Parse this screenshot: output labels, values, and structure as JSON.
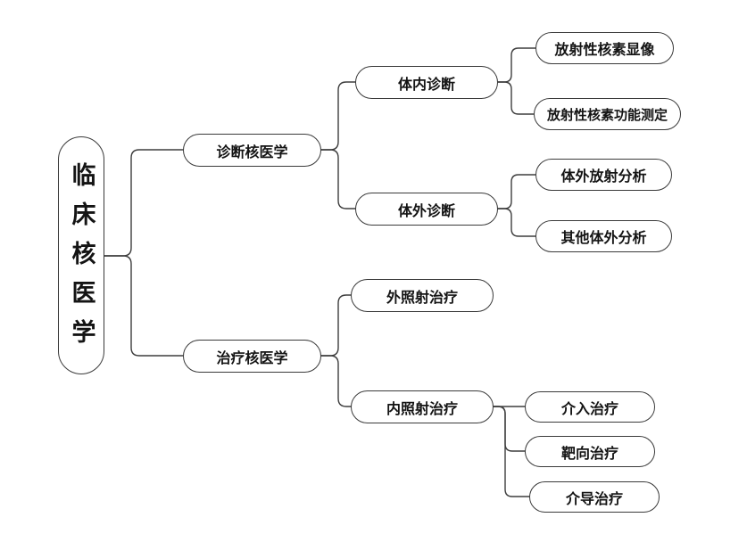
{
  "diagram_title": "临床核医学",
  "nodes": {
    "root": {
      "label": "临床核医学"
    },
    "diagnostic": {
      "label": "诊断核医学"
    },
    "therapeutic": {
      "label": "治疗核医学"
    },
    "in_vivo": {
      "label": "体内诊断"
    },
    "in_vitro": {
      "label": "体外诊断"
    },
    "external_radiation": {
      "label": "外照射治疗"
    },
    "internal_radiation": {
      "label": "内照射治疗"
    },
    "radionuclide_imaging": {
      "label": "放射性核素显像"
    },
    "radionuclide_function": {
      "label": "放射性核素功能测定"
    },
    "in_vitro_radioassay": {
      "label": "体外放射分析"
    },
    "other_in_vitro": {
      "label": "其他体外分析"
    },
    "interventional": {
      "label": "介入治疗"
    },
    "targeted": {
      "label": "靶向治疗"
    },
    "mediated": {
      "label": "介导治疗"
    }
  },
  "hierarchy": {
    "label": "临床核医学",
    "children": [
      {
        "label": "诊断核医学",
        "children": [
          {
            "label": "体内诊断",
            "children": [
              {
                "label": "放射性核素显像"
              },
              {
                "label": "放射性核素功能测定"
              }
            ]
          },
          {
            "label": "体外诊断",
            "children": [
              {
                "label": "体外放射分析"
              },
              {
                "label": "其他体外分析"
              }
            ]
          }
        ]
      },
      {
        "label": "治疗核医学",
        "children": [
          {
            "label": "外照射治疗"
          },
          {
            "label": "内照射治疗",
            "children": [
              {
                "label": "介入治疗"
              },
              {
                "label": "靶向治疗"
              },
              {
                "label": "介导治疗"
              }
            ]
          }
        ]
      }
    ]
  },
  "colors": {
    "background": "#ffffff",
    "node_fill": "#ffffff",
    "node_border": "#3a3a3a",
    "connector": "#3d3d3d",
    "text": "#141414"
  }
}
